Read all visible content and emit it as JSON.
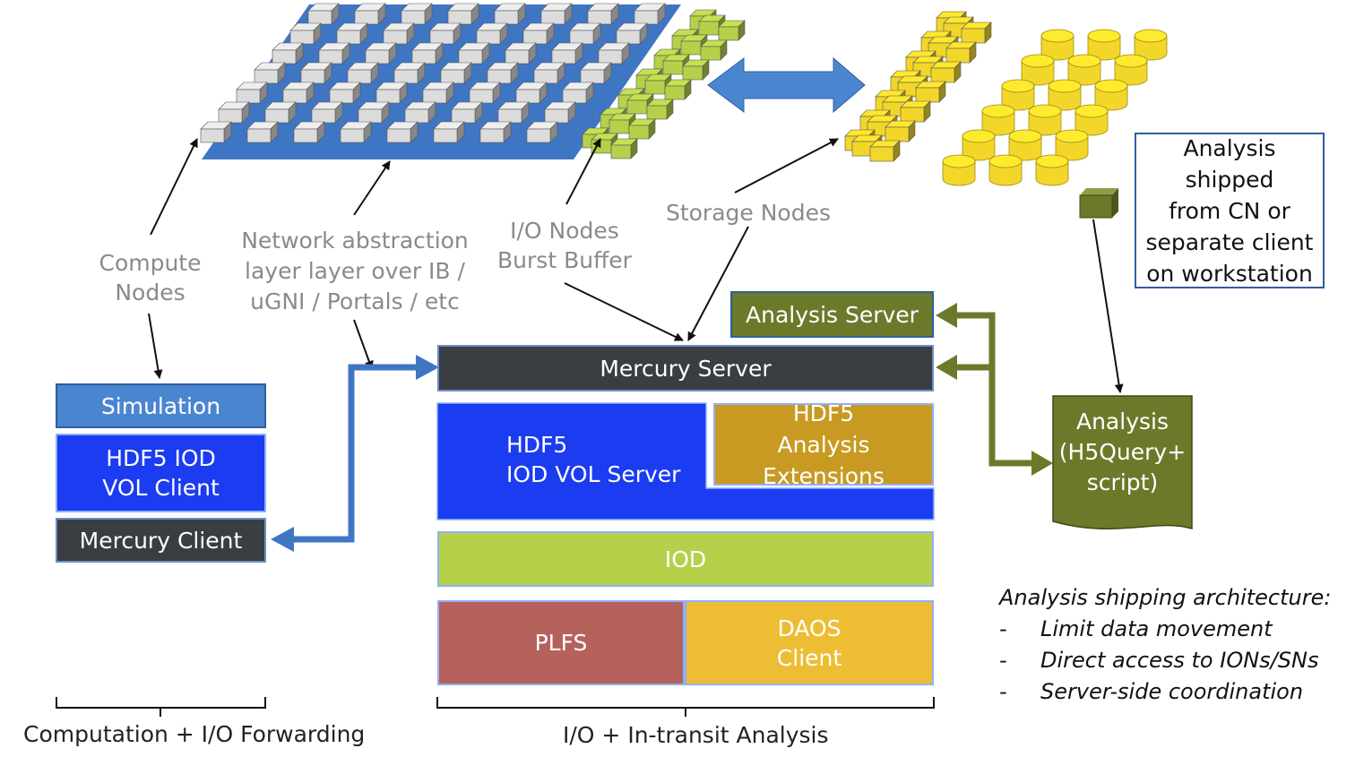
{
  "labels": {
    "compute_nodes": [
      "Compute",
      "Nodes"
    ],
    "network": [
      "Network abstraction",
      "layer layer over IB /",
      "uGNI / Portals / etc"
    ],
    "io_nodes": [
      "I/O Nodes",
      "Burst Buffer"
    ],
    "storage_nodes": "Storage Nodes",
    "analysis_shipped": [
      "Analysis shipped",
      "from CN or",
      "separate client",
      "on workstation"
    ]
  },
  "client_stack": {
    "simulation": "Simulation",
    "hdf5_vol_client": [
      "HDF5 IOD",
      "VOL Client"
    ],
    "mercury_client": "Mercury Client"
  },
  "server_stack": {
    "analysis_server": "Analysis Server",
    "mercury_server": "Mercury Server",
    "hdf5_vol_server": [
      "HDF5",
      "IOD VOL Server"
    ],
    "hdf5_analysis_ext": [
      "HDF5",
      "Analysis Extensions"
    ],
    "iod": "IOD",
    "plfs": "PLFS",
    "daos_client": [
      "DAOS",
      "Client"
    ]
  },
  "analysis_doc": [
    "Analysis",
    "(H5Query+",
    "script)"
  ],
  "brackets": {
    "left": "Computation + I/O Forwarding",
    "right": "I/O + In-transit Analysis"
  },
  "notes": {
    "title": "Analysis shipping architecture:",
    "items": [
      "Limit data movement",
      "Direct access to IONs/SNs",
      "Server-side coordination"
    ]
  },
  "colors": {
    "compute_node": "#dcdcdc",
    "io_node": "#b5d14a",
    "storage_node": "#f2d62a",
    "platform_blue": "#3f76c4",
    "simulation": "#4a86d0",
    "hdf5_blue": "#1b3cf0",
    "mercury": "#3a3d42",
    "analysis_olive": "#6b7a2a",
    "hdf5_ext_gold": "#c99a22",
    "iod_green": "#b6d04a",
    "plfs_red": "#b5625d",
    "daos_gold": "#edbd33"
  }
}
